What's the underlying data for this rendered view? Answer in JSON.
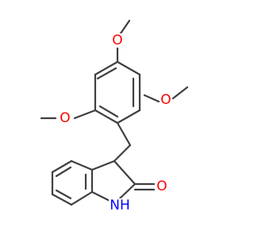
{
  "molecule": {
    "atoms": {
      "o_top": {
        "label": "O",
        "color": "#ff0000"
      },
      "o_right": {
        "label": "O",
        "color": "#ff0000"
      },
      "o_left": {
        "label": "O",
        "color": "#ff0000"
      },
      "o_carbonyl": {
        "label": "O",
        "color": "#ff0000"
      },
      "nh": {
        "label": "NH",
        "sub": "H",
        "color": "#0000ff"
      }
    },
    "colors": {
      "bond": "#3f3f3f",
      "oxygen": "#ff0000",
      "nitrogen": "#0000ff",
      "background": "#ffffff"
    }
  }
}
